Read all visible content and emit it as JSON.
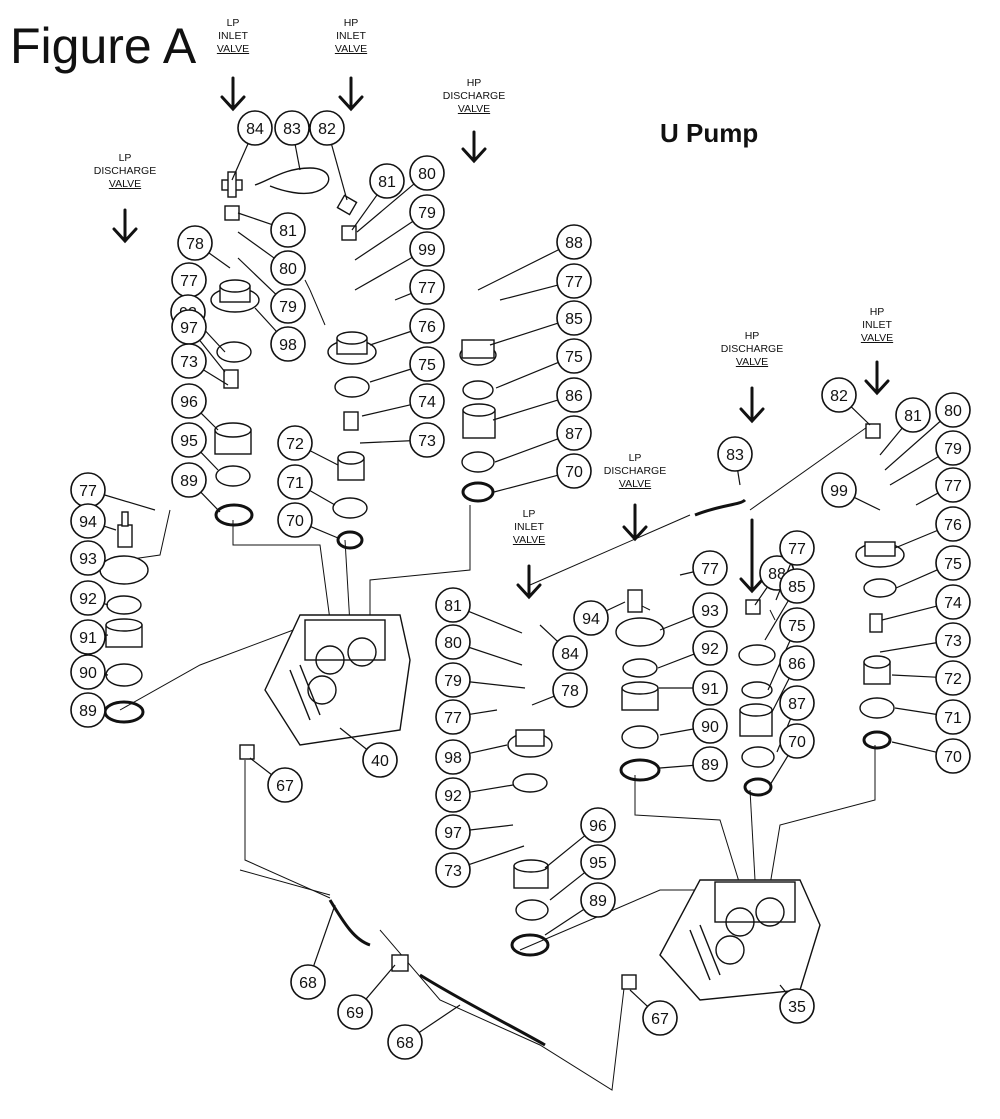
{
  "figure_title": "Figure A",
  "pump_title": "U Pump",
  "valve_labels": {
    "left_lp_inlet": [
      "LP",
      "INLET",
      "VALVE"
    ],
    "left_hp_inlet": [
      "HP",
      "INLET",
      "VALVE"
    ],
    "left_hp_discharge": [
      "HP",
      "DISCHARGE",
      "VALVE"
    ],
    "left_lp_discharge": [
      "LP",
      "DISCHARGE",
      "VALVE"
    ],
    "right_hp_discharge": [
      "HP",
      "DISCHARGE",
      "VALVE"
    ],
    "right_hp_inlet": [
      "HP",
      "INLET",
      "VALVE"
    ],
    "right_lp_discharge": [
      "LP",
      "DISCHARGE",
      "VALVE"
    ],
    "right_lp_inlet": [
      "LP",
      "INLET",
      "VALVE"
    ]
  },
  "callouts": [
    "84",
    "83",
    "82",
    "81",
    "80",
    "81",
    "80",
    "79",
    "79",
    "99",
    "77",
    "78",
    "77",
    "92",
    "98",
    "76",
    "97",
    "75",
    "73",
    "74",
    "96",
    "73",
    "95",
    "72",
    "71",
    "89",
    "70",
    "77",
    "94",
    "93",
    "92",
    "91",
    "90",
    "89",
    "40",
    "67",
    "68",
    "69",
    "68",
    "88",
    "77",
    "85",
    "75",
    "86",
    "87",
    "70",
    "83",
    "82",
    "81",
    "80",
    "79",
    "99",
    "77",
    "76",
    "75",
    "74",
    "73",
    "72",
    "71",
    "70",
    "81",
    "84",
    "80",
    "79",
    "78",
    "77",
    "98",
    "92",
    "97",
    "73",
    "96",
    "95",
    "89",
    "94",
    "77",
    "93",
    "92",
    "91",
    "90",
    "89",
    "88",
    "77",
    "85",
    "75",
    "86",
    "87",
    "70",
    "35",
    "67"
  ]
}
